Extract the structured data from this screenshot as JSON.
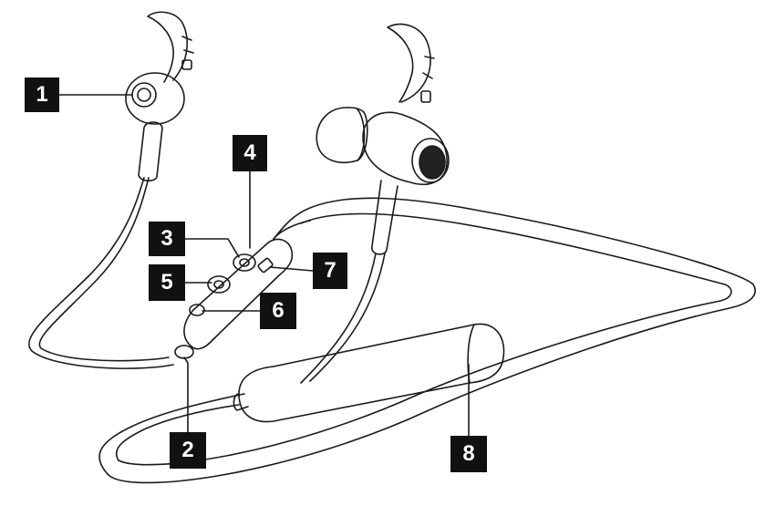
{
  "callouts": {
    "c1": "1",
    "c2": "2",
    "c3": "3",
    "c4": "4",
    "c5": "5",
    "c6": "6",
    "c7": "7",
    "c8": "8"
  },
  "colors": {
    "line": "#1a1a1a",
    "label_bg": "#111111",
    "label_text": "#ffffff",
    "tip_dark": "#222222"
  }
}
